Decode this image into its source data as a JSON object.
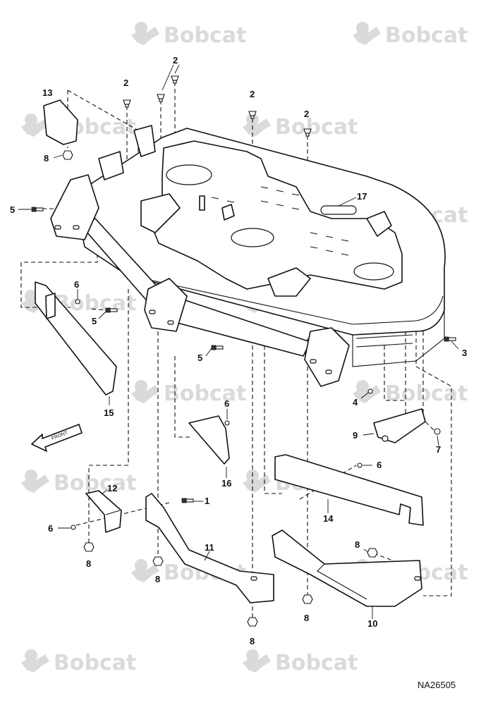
{
  "watermark": {
    "text": "Bobcat",
    "logo_icon": "bobcat-logo-icon",
    "color": "#dadada"
  },
  "figure_id": "NA26505",
  "front_arrow_label": "FRONT",
  "callouts": [
    {
      "id": "c13",
      "label": "13"
    },
    {
      "id": "c2a",
      "label": "2"
    },
    {
      "id": "c2b",
      "label": "2"
    },
    {
      "id": "c2c",
      "label": "2"
    },
    {
      "id": "c2d",
      "label": "2"
    },
    {
      "id": "c8a",
      "label": "8"
    },
    {
      "id": "c5a",
      "label": "5"
    },
    {
      "id": "c17",
      "label": "17"
    },
    {
      "id": "c6a",
      "label": "6"
    },
    {
      "id": "c5b",
      "label": "5"
    },
    {
      "id": "c5c",
      "label": "5"
    },
    {
      "id": "c3",
      "label": "3"
    },
    {
      "id": "c15",
      "label": "15"
    },
    {
      "id": "c4",
      "label": "4"
    },
    {
      "id": "c6b",
      "label": "6"
    },
    {
      "id": "c9",
      "label": "9"
    },
    {
      "id": "c7",
      "label": "7"
    },
    {
      "id": "c16",
      "label": "16"
    },
    {
      "id": "c6c",
      "label": "6"
    },
    {
      "id": "c12",
      "label": "12"
    },
    {
      "id": "c1",
      "label": "1"
    },
    {
      "id": "c14",
      "label": "14"
    },
    {
      "id": "c6d",
      "label": "6"
    },
    {
      "id": "c8b",
      "label": "8"
    },
    {
      "id": "c11",
      "label": "11"
    },
    {
      "id": "c8c",
      "label": "8"
    },
    {
      "id": "c8d",
      "label": "8"
    },
    {
      "id": "c8e",
      "label": "8"
    },
    {
      "id": "c10",
      "label": "10"
    },
    {
      "id": "c8f",
      "label": "8"
    }
  ]
}
